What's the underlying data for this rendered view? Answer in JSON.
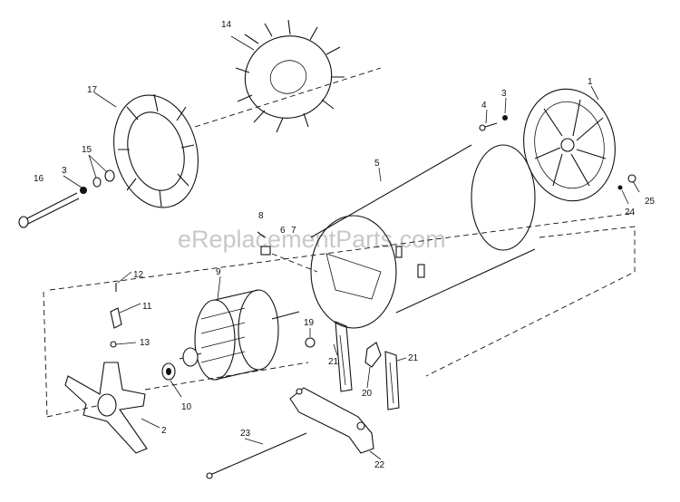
{
  "watermark": "eReplacementParts.com",
  "part_labels": {
    "p1": "1",
    "p2": "2",
    "p3a": "3",
    "p3b": "3",
    "p4": "4",
    "p5": "5",
    "p6": "6",
    "p7": "7",
    "p8": "8",
    "p9": "9",
    "p10": "10",
    "p11": "11",
    "p12": "12",
    "p13": "13",
    "p14": "14",
    "p15": "15",
    "p16": "16",
    "p17": "17",
    "p19": "19",
    "p20": "20",
    "p21a": "21",
    "p21b": "21",
    "p22": "22",
    "p23": "23",
    "p24": "24",
    "p25": "25"
  }
}
